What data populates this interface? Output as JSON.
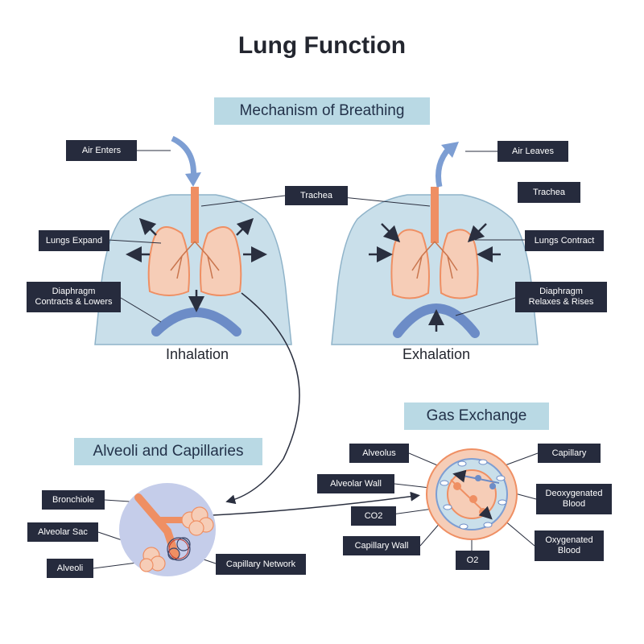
{
  "title": "Lung Function",
  "sections": {
    "breathing": "Mechanism of Breathing",
    "gas_exchange": "Gas Exchange",
    "alveoli": "Alveoli and Capillaries"
  },
  "captions": {
    "inhalation": "Inhalation",
    "exhalation": "Exhalation"
  },
  "labels": {
    "air_enters": "Air Enters",
    "trachea_left": "Trachea",
    "lungs_expand": "Lungs Expand",
    "diaphragm_contracts": "Diaphragm\nContracts & Lowers",
    "air_leaves": "Air Leaves",
    "trachea_right": "Trachea",
    "lungs_contract": "Lungs Contract",
    "diaphragm_relaxes": "Diaphragm\nRelaxes & Rises",
    "alveolus": "Alveolus",
    "capillary": "Capillary",
    "alveolar_wall": "Alveolar Wall",
    "deoxygenated_blood": "Deoxygenated\nBlood",
    "co2": "CO2",
    "capillary_wall": "Capillary Wall",
    "oxygenated_blood": "Oxygenated\nBlood",
    "o2": "O2",
    "bronchiole": "Bronchiole",
    "alveolar_sac": "Alveolar Sac",
    "alveoli": "Alveoli",
    "capillary_network": "Capillary Network"
  },
  "colors": {
    "body_fill": "#c9dfea",
    "lung_fill": "#f6cdb7",
    "lung_stroke": "#ef8f63",
    "trachea": "#ef8f63",
    "diaphragm": "#6c8cc7",
    "label_bg": "#262b3d",
    "section_bg": "#b9d9e4",
    "airflow_arrow": "#7d9ed3"
  }
}
